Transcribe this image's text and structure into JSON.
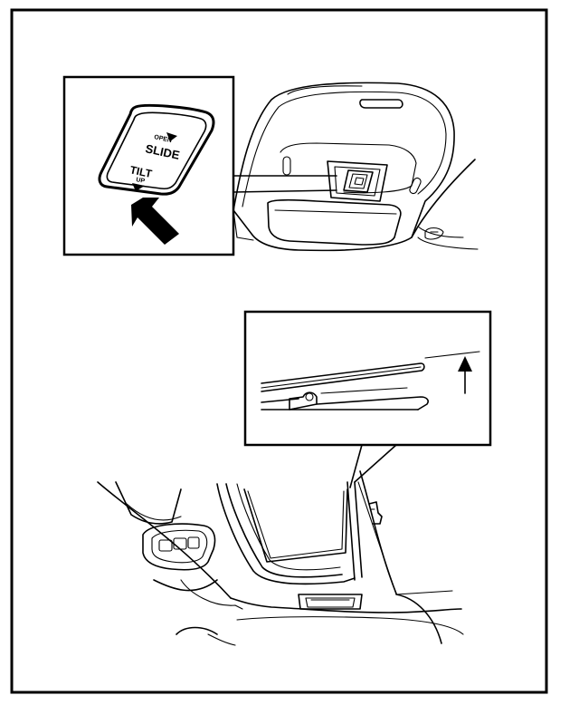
{
  "switch_labels": {
    "open": "OPEN",
    "slide": "SLIDE",
    "tilt": "TILT",
    "up": "UP"
  },
  "colors": {
    "line": "#000000",
    "background": "#ffffff"
  }
}
